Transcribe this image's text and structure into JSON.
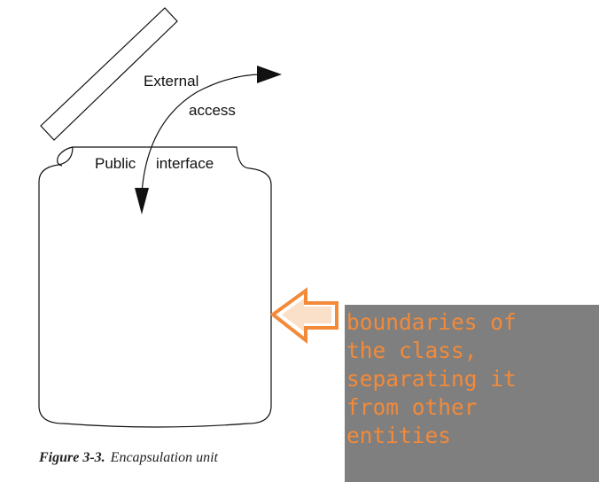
{
  "labels": {
    "external": "External",
    "access": "access",
    "public": "Public",
    "interface": "interface"
  },
  "caption": {
    "number": "Figure 3-3.",
    "title": "Encapsulation unit"
  },
  "annotation": {
    "text": "boundaries of\nthe class,\nseparating it\nfrom other\nentities",
    "text_color": "#f28a3a",
    "box_color": "#7f7f7f",
    "arrow_color": "#f28a3a"
  }
}
